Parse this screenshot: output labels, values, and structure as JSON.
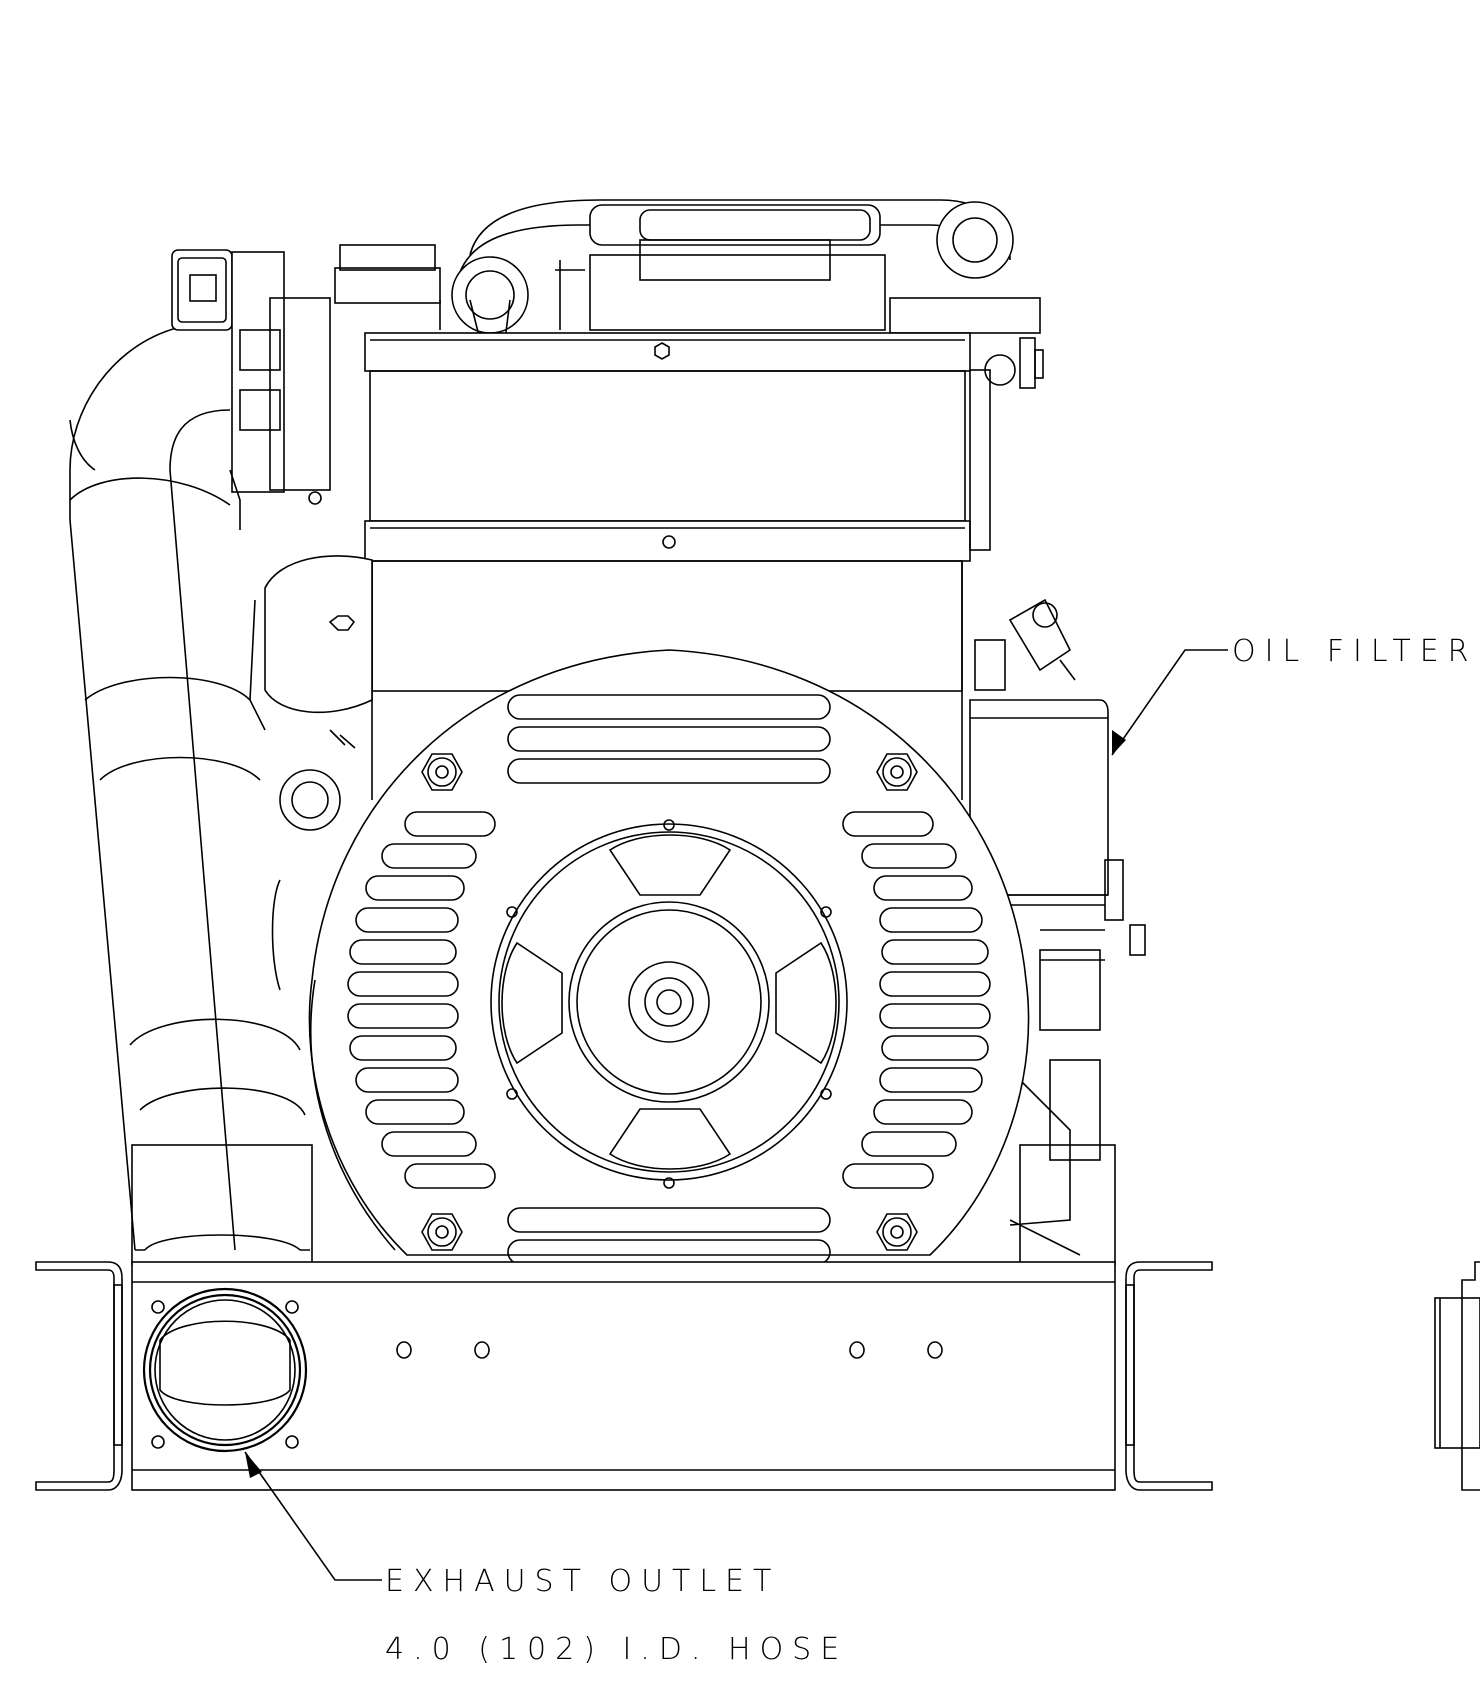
{
  "drawing": {
    "callouts": {
      "oil_filter": {
        "text": "OIL FILTER"
      },
      "exhaust_outlet": {
        "line1": "EXHAUST OUTLET",
        "line2": "4.0 (102) I.D. HOSE"
      }
    }
  },
  "colors": {
    "line": "#000000",
    "background": "#ffffff"
  }
}
